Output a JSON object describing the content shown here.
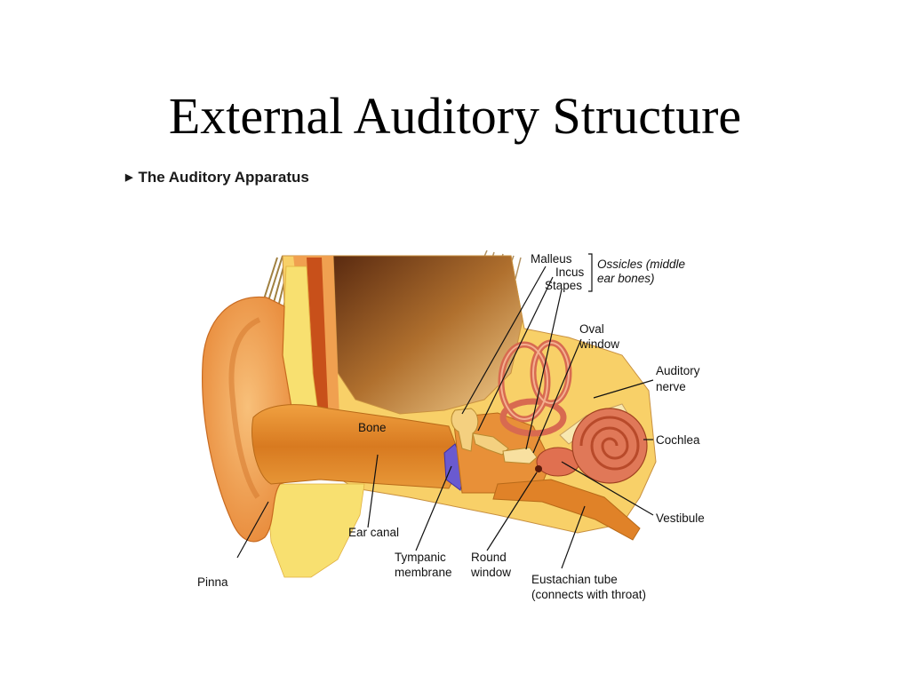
{
  "slide": {
    "title": "External Auditory Structure",
    "subtitle": "The Auditory Apparatus"
  },
  "labels": {
    "malleus": "Malleus",
    "incus": "Incus",
    "stapes": "Stapes",
    "ossicles_line1": "Ossicles (middle",
    "ossicles_line2": "ear bones)",
    "oval_window_line1": "Oval",
    "oval_window_line2": "window",
    "auditory_nerve_line1": "Auditory",
    "auditory_nerve_line2": "nerve",
    "cochlea": "Cochlea",
    "vestibule": "Vestibule",
    "bone": "Bone",
    "ear_canal": "Ear canal",
    "tympanic_line1": "Tympanic",
    "tympanic_line2": "membrane",
    "round_window_line1": "Round",
    "round_window_line2": "window",
    "eustachian_line1": "Eustachian tube",
    "eustachian_line2": "(connects with throat)",
    "pinna": "Pinna"
  },
  "colors": {
    "skin": "#f0a050",
    "bone": "#f8d068",
    "canal": "#e08a28",
    "membrane": "#6a5ad0",
    "brain": "#9a5a28",
    "inner_ear": "#e07050",
    "fat": "#f8e070",
    "hair": "#a08040"
  }
}
